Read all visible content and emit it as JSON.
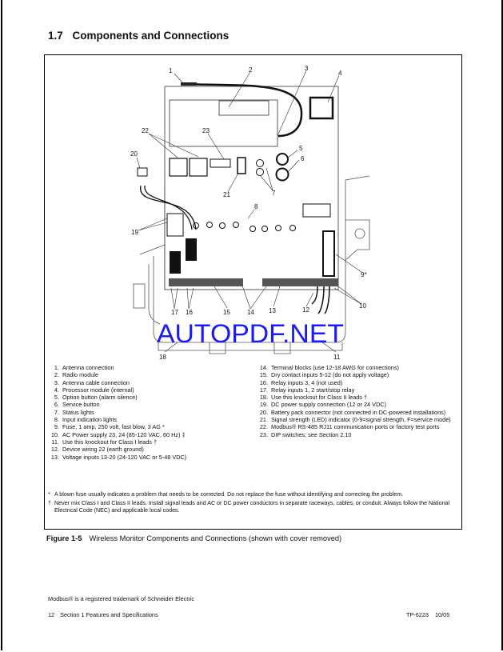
{
  "section": {
    "number": "1.7",
    "title": "Components and Connections"
  },
  "diagram": {
    "callouts": [
      "1",
      "2",
      "3",
      "4",
      "5",
      "6",
      "7",
      "8",
      "9*",
      "10",
      "11",
      "12",
      "13",
      "14",
      "15",
      "16",
      "17",
      "18",
      "19",
      "20",
      "21",
      "22",
      "23"
    ],
    "watermark": "AUTOPDF.NET"
  },
  "legend_left": [
    {
      "n": "1.",
      "text": "Antenna connection"
    },
    {
      "n": "2.",
      "text": "Radio module"
    },
    {
      "n": "3.",
      "text": "Antenna cable connection"
    },
    {
      "n": "4.",
      "text": "Processor module (internal)"
    },
    {
      "n": "5.",
      "text": "Option button (alarm silence)"
    },
    {
      "n": "6.",
      "text": "Service button"
    },
    {
      "n": "7.",
      "text": "Status lights"
    },
    {
      "n": "8.",
      "text": "Input indication lights"
    },
    {
      "n": "9.",
      "text": "Fuse, 1 amp, 250 volt, fast blow, 3 AG *"
    },
    {
      "n": "10.",
      "text": "AC Power supply 23, 24 (85-120 VAC, 60 Hz) ‡"
    },
    {
      "n": "11.",
      "text": "Use this knockout for Class I leads †"
    },
    {
      "n": "12.",
      "text": "Device wiring 22 (earth ground)"
    },
    {
      "n": "13.",
      "text": "Voltage inputs 13-20 (24-120 VAC or 5-48 VDC)"
    }
  ],
  "legend_right": [
    {
      "n": "14.",
      "text": "Terminal blocks (use 12-18 AWG for connections)"
    },
    {
      "n": "15.",
      "text": "Dry contact inputs 5-12 (do not apply voltage)"
    },
    {
      "n": "16.",
      "text": "Relay inputs 3, 4 (not used)"
    },
    {
      "n": "17.",
      "text": "Relay inputs 1, 2 start/stop relay"
    },
    {
      "n": "18.",
      "text": "Use this knockout for Class II leads †"
    },
    {
      "n": "19.",
      "text": "DC power supply connection (12 or 24 VDC)"
    },
    {
      "n": "20.",
      "text": "Battery pack connector (not connected in DC-powered installations)"
    },
    {
      "n": "21.",
      "text": "Signal strength (LED) indicator (0-9=signal strength, F=service mode)"
    },
    {
      "n": "22.",
      "text": "Modbus® RS-485 RJ11 communication ports or factory test ports"
    },
    {
      "n": "23.",
      "text": "DIP switches; see Section 2.10"
    }
  ],
  "notes": [
    {
      "sym": "*",
      "text": "A blown fuse usually indicates a problem that needs to be corrected.  Do not replace the fuse without identifying and correcting the problem."
    },
    {
      "sym": "†",
      "text": "Never mix Class I and Class II leads.  Install signal leads and AC or DC power conductors in separate raceways, cables, or conduit. Always follow the National Electrical Code (NEC) and applicable local codes."
    }
  ],
  "caption": {
    "label": "Figure 1-5",
    "text": "Wireless Monitor Components and Connections (shown with cover removed)"
  },
  "trademark": "Modbus® is a registered trademark of Schneider Electric",
  "footer": {
    "page": "12",
    "section": "Section 1  Features and Specifications",
    "doc": "TP-6223",
    "date": "10/05"
  }
}
